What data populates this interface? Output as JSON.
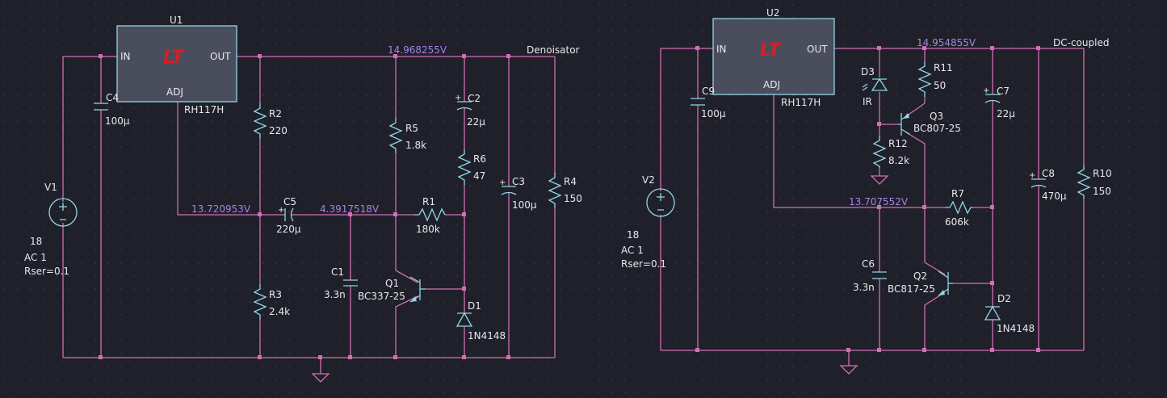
{
  "circuit_left": {
    "regulator": {
      "ref": "U1",
      "part": "RH117H",
      "pin_in": "IN",
      "pin_out": "OUT",
      "pin_adj": "ADJ"
    },
    "node_labels": {
      "out_voltage": "14.968255V",
      "adj_voltage": "13.720953V",
      "mid_voltage": "4.3917518V",
      "net_name": "Denoisator"
    },
    "source": {
      "ref": "V1",
      "value": "18",
      "ac": "AC 1",
      "rser": "Rser=0.1"
    },
    "C4": {
      "ref": "C4",
      "value": "100µ"
    },
    "R2": {
      "ref": "R2",
      "value": "220"
    },
    "R3": {
      "ref": "R3",
      "value": "2.4k"
    },
    "C5": {
      "ref": "C5",
      "value": "220µ"
    },
    "C1": {
      "ref": "C1",
      "value": "3.3n"
    },
    "R5": {
      "ref": "R5",
      "value": "1.8k"
    },
    "R1": {
      "ref": "R1",
      "value": "180k"
    },
    "Q1": {
      "ref": "Q1",
      "value": "BC337-25"
    },
    "C2": {
      "ref": "C2",
      "value": "22µ"
    },
    "R6": {
      "ref": "R6",
      "value": "47"
    },
    "D1": {
      "ref": "D1",
      "value": "1N4148"
    },
    "C3": {
      "ref": "C3",
      "value": "100µ"
    },
    "R4": {
      "ref": "R4",
      "value": "150"
    }
  },
  "circuit_right": {
    "regulator": {
      "ref": "U2",
      "part": "RH117H",
      "pin_in": "IN",
      "pin_out": "OUT",
      "pin_adj": "ADJ"
    },
    "node_labels": {
      "out_voltage": "14.954855V",
      "adj_voltage": "13.707552V",
      "net_name": "DC-coupled"
    },
    "source": {
      "ref": "V2",
      "value": "18",
      "ac": "AC 1",
      "rser": "Rser=0.1"
    },
    "C9": {
      "ref": "C9",
      "value": "100µ"
    },
    "D3": {
      "ref": "D3",
      "value": "IR"
    },
    "R11": {
      "ref": "R11",
      "value": "50"
    },
    "R12": {
      "ref": "R12",
      "value": "8.2k"
    },
    "Q3": {
      "ref": "Q3",
      "value": "BC807-25"
    },
    "C7": {
      "ref": "C7",
      "value": "22µ"
    },
    "R7": {
      "ref": "R7",
      "value": "606k"
    },
    "C6": {
      "ref": "C6",
      "value": "3.3n"
    },
    "Q2": {
      "ref": "Q2",
      "value": "BC817-25"
    },
    "D2": {
      "ref": "D2",
      "value": "1N4148"
    },
    "C8": {
      "ref": "C8",
      "value": "470µ"
    },
    "R10": {
      "ref": "R10",
      "value": "150"
    }
  },
  "colors": {
    "background": "#1f2029",
    "wire": "#d26fb4",
    "component": "#8fd7e8",
    "voltage_label": "#a982e6",
    "text": "#e8e8ee",
    "logo": "#d81e24"
  }
}
